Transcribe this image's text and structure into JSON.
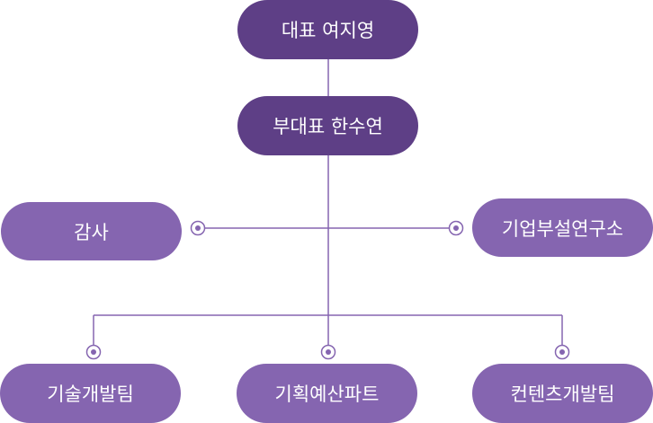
{
  "chart": {
    "ceo": "대표 여지영",
    "vice_ceo": "부대표 한수연",
    "audit": "감사",
    "research_lab": "기업부설연구소",
    "tech_team": "기술개발팀",
    "planning_part": "기획예산파트",
    "content_team": "컨텐츠개발팀"
  },
  "colors": {
    "node_dark": "#5e3f86",
    "node_light": "#8565b0",
    "connector": "#8565b0"
  }
}
